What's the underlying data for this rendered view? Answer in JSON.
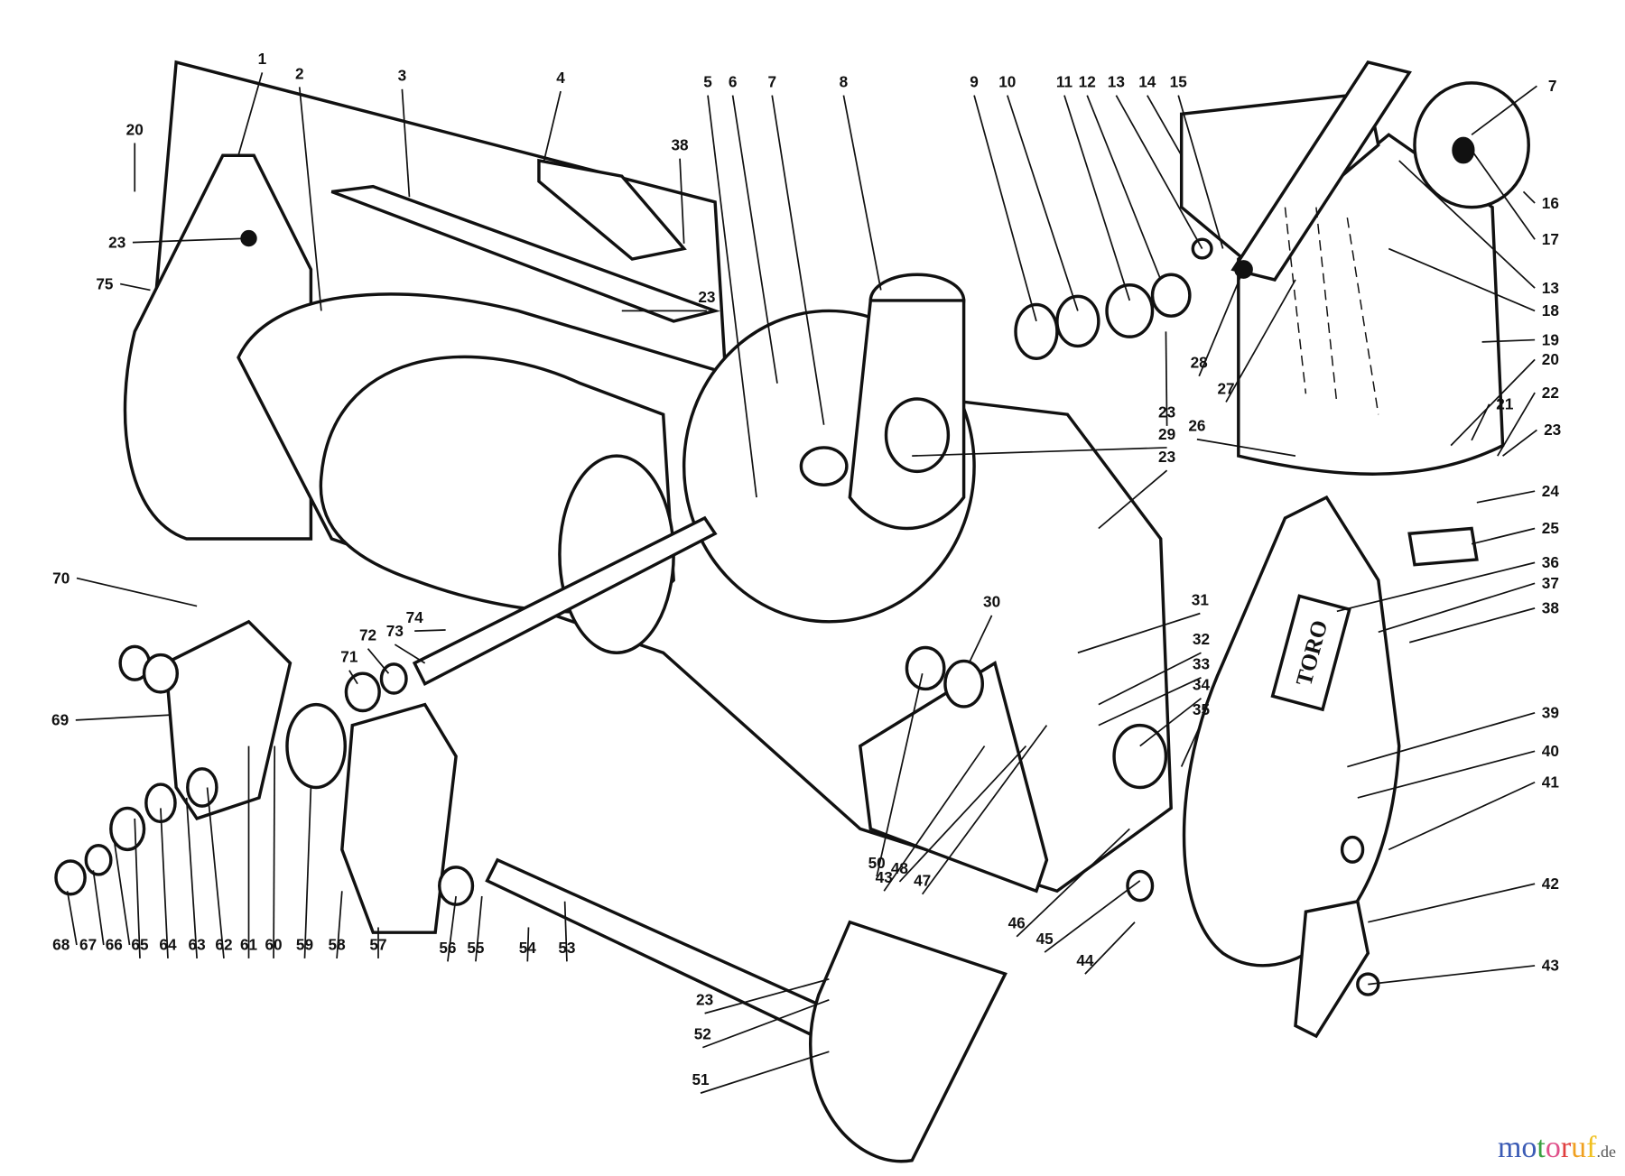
{
  "diagram": {
    "title": "Snowthrower auger housing and chute exploded parts view",
    "brand_on_side_plate": "TORO",
    "callouts": [
      "1",
      "2",
      "3",
      "4",
      "5",
      "6",
      "7",
      "8",
      "9",
      "10",
      "11",
      "12",
      "13",
      "14",
      "15",
      "7",
      "20",
      "38",
      "16",
      "23",
      "17",
      "75",
      "23",
      "13",
      "18",
      "19",
      "28",
      "20",
      "27",
      "22",
      "23",
      "26",
      "21",
      "23",
      "29",
      "23",
      "24",
      "25",
      "36",
      "70",
      "37",
      "30",
      "31",
      "74",
      "38",
      "72",
      "73",
      "32",
      "33",
      "71",
      "34",
      "35",
      "69",
      "39",
      "40",
      "41",
      "50",
      "43",
      "48",
      "47",
      "46",
      "45",
      "42",
      "44",
      "68",
      "67",
      "66",
      "65",
      "64",
      "63",
      "62",
      "61",
      "60",
      "59",
      "58",
      "57",
      "56",
      "55",
      "54",
      "53",
      "43",
      "23",
      "52",
      "51"
    ]
  },
  "watermark": {
    "letters": [
      "m",
      "o",
      "t",
      "o",
      "r",
      "u",
      "f"
    ],
    "suffix": ".de",
    "colors": [
      "#3b5bb5",
      "#3b5bb5",
      "#3aa040",
      "#e0508a",
      "#e04040",
      "#f0a020",
      "#f0c020"
    ]
  }
}
